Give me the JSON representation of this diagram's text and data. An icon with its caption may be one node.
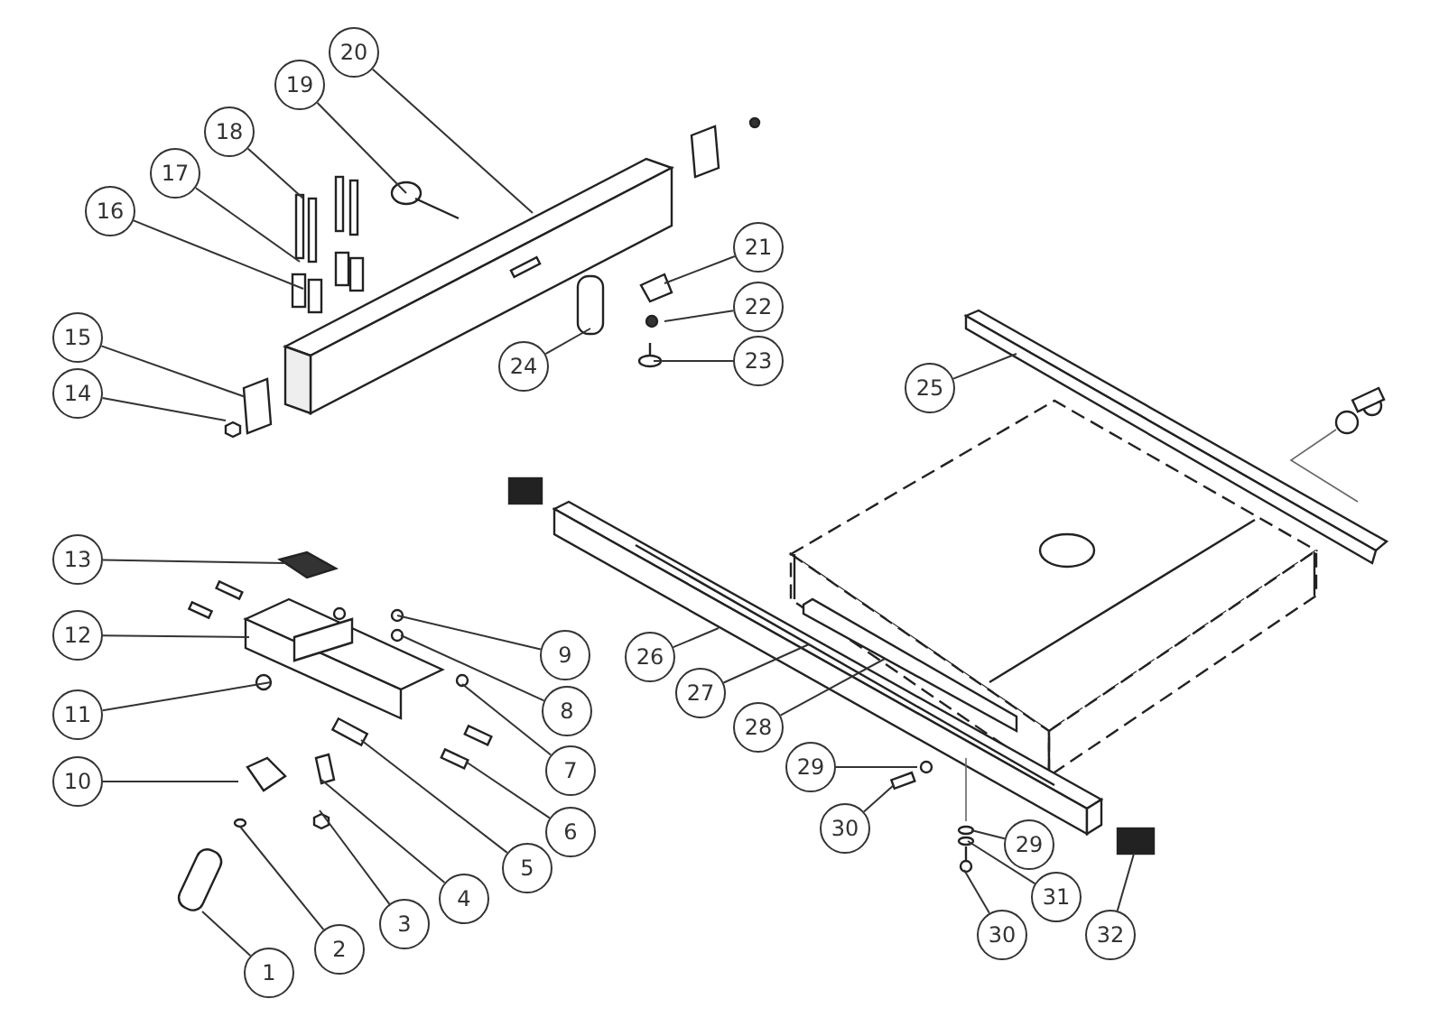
{
  "diagram": {
    "nodes": [
      {
        "text": [
          "1"
        ]
      },
      {
        "text": [
          "2"
        ]
      },
      {
        "text": [
          "3"
        ]
      },
      {
        "text": [
          "4"
        ]
      },
      {
        "text": [
          "5"
        ]
      },
      {
        "text": [
          "6"
        ]
      },
      {
        "text": [
          "7"
        ]
      },
      {
        "text": [
          "8"
        ]
      },
      {
        "text": [
          "9"
        ]
      },
      {
        "text": [
          "10"
        ]
      },
      {
        "text": [
          "11"
        ]
      },
      {
        "text": [
          "12"
        ]
      },
      {
        "text": [
          "13"
        ]
      },
      {
        "text": [
          "14"
        ]
      },
      {
        "text": [
          "15"
        ]
      },
      {
        "text": [
          "16"
        ]
      },
      {
        "text": [
          "17"
        ]
      },
      {
        "text": [
          "18"
        ]
      },
      {
        "text": [
          "19"
        ]
      },
      {
        "text": [
          "20"
        ]
      },
      {
        "text": [
          "21"
        ]
      },
      {
        "text": [
          "22"
        ]
      },
      {
        "text": [
          "23"
        ]
      },
      {
        "text": [
          "24"
        ]
      },
      {
        "text": [
          "25"
        ]
      },
      {
        "text": [
          "26"
        ]
      },
      {
        "text": [
          "27"
        ]
      },
      {
        "text": [
          "28"
        ]
      },
      {
        "text": [
          "29"
        ]
      },
      {
        "text": [
          "30"
        ]
      },
      {
        "text": [
          "29"
        ]
      },
      {
        "text": [
          "31"
        ]
      },
      {
        "text": [
          "30"
        ]
      },
      {
        "text": [
          "32"
        ]
      }
    ],
    "edges": [
      {
        "from": 0,
        "to": null,
        "arrow": "none"
      },
      {
        "from": 1,
        "to": null,
        "arrow": "none"
      },
      {
        "from": 2,
        "to": null,
        "arrow": "none"
      },
      {
        "from": 3,
        "to": null,
        "arrow": "none"
      },
      {
        "from": 4,
        "to": null,
        "arrow": "none"
      },
      {
        "from": 5,
        "to": null,
        "arrow": "none"
      },
      {
        "from": 6,
        "to": null,
        "arrow": "none"
      },
      {
        "from": 7,
        "to": null,
        "arrow": "none"
      },
      {
        "from": 8,
        "to": null,
        "arrow": "none"
      },
      {
        "from": 9,
        "to": null,
        "arrow": "none"
      },
      {
        "from": 10,
        "to": null,
        "arrow": "none"
      },
      {
        "from": 11,
        "to": null,
        "arrow": "none"
      },
      {
        "from": 12,
        "to": null,
        "arrow": "none"
      },
      {
        "from": 13,
        "to": null,
        "arrow": "none"
      },
      {
        "from": 14,
        "to": null,
        "arrow": "none"
      },
      {
        "from": 15,
        "to": null,
        "arrow": "none"
      },
      {
        "from": 16,
        "to": null,
        "arrow": "none"
      },
      {
        "from": 17,
        "to": null,
        "arrow": "none"
      },
      {
        "from": 18,
        "to": null,
        "arrow": "none"
      },
      {
        "from": 19,
        "to": null,
        "arrow": "none"
      },
      {
        "from": 20,
        "to": null,
        "arrow": "none"
      },
      {
        "from": 21,
        "to": null,
        "arrow": "none"
      },
      {
        "from": 22,
        "to": null,
        "arrow": "none"
      },
      {
        "from": 23,
        "to": null,
        "arrow": "none"
      },
      {
        "from": 24,
        "to": null,
        "arrow": "none"
      },
      {
        "from": 25,
        "to": null,
        "arrow": "none"
      },
      {
        "from": 26,
        "to": null,
        "arrow": "none"
      },
      {
        "from": 27,
        "to": null,
        "arrow": "none"
      },
      {
        "from": 28,
        "to": null,
        "arrow": "none"
      },
      {
        "from": 29,
        "to": null,
        "arrow": "none"
      },
      {
        "from": 30,
        "to": null,
        "arrow": "none"
      },
      {
        "from": 31,
        "to": null,
        "arrow": "none"
      },
      {
        "from": 32,
        "to": null,
        "arrow": "none"
      },
      {
        "from": 33,
        "to": null,
        "arrow": "none"
      }
    ]
  }
}
